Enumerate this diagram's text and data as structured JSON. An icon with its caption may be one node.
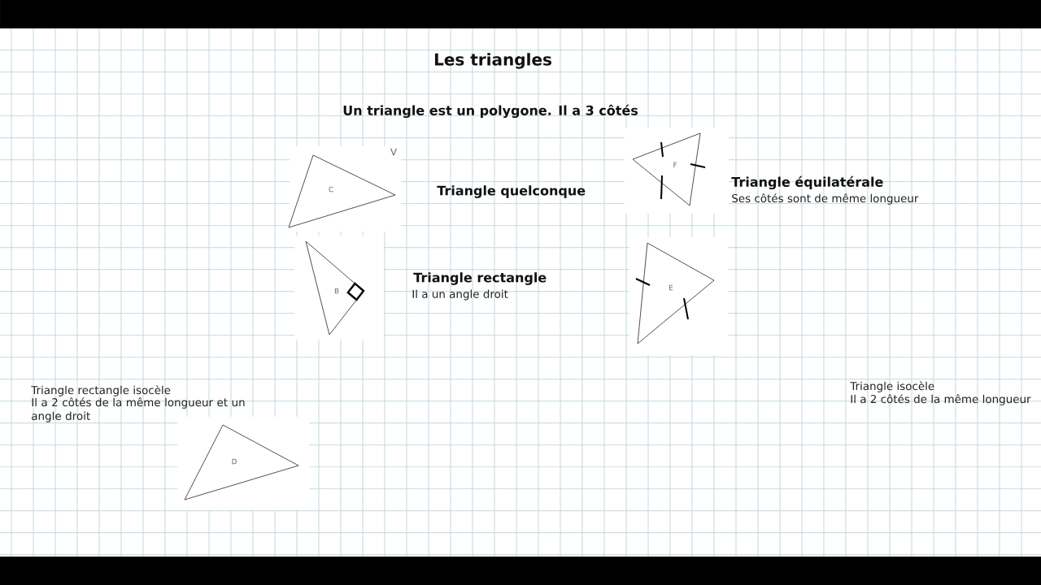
{
  "diagram": {
    "title": "Les triangles",
    "nodes": [
      {
        "text": [
          "C"
        ],
        "beside": [
          "Triangle quelconque"
        ]
      },
      {
        "text": [
          "F"
        ],
        "beside": [
          "Triangle équilatérale",
          "Ses côtés sont de même longueur"
        ]
      },
      {
        "text": [
          "B"
        ],
        "beside": [
          "Triangle rectangle",
          "Il a un angle droit"
        ]
      },
      {
        "text": [
          "E"
        ]
      },
      {
        "text": [
          "D"
        ],
        "beside": [
          "Triangle rectangle isocèle",
          "Il a 2 côtés de la même longueur et un angle droit"
        ]
      }
    ],
    "labels": [
      "Un triangle est un polygone. Il a 3 côtés",
      "V",
      "Triangle isocèle",
      "Il a 2 côtés de la même longueur"
    ]
  }
}
